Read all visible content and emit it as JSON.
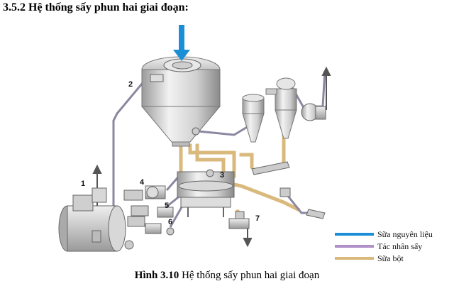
{
  "heading": "3.5.2 Hệ thống sấy phun hai giai đoạn:",
  "diagram": {
    "labels": [
      "1",
      "2",
      "3",
      "4",
      "5",
      "6",
      "7"
    ]
  },
  "legend": {
    "items": [
      {
        "label": "Sữa nguyên liệu",
        "color": "#1a8fd6"
      },
      {
        "label": "Tác nhân sấy",
        "color": "#b090c8"
      },
      {
        "label": "Sữa bột",
        "color": "#d9b97c"
      }
    ]
  },
  "caption": {
    "label": "Hình 3.10",
    "text": " Hệ thống sấy phun hai giai đoạn"
  }
}
